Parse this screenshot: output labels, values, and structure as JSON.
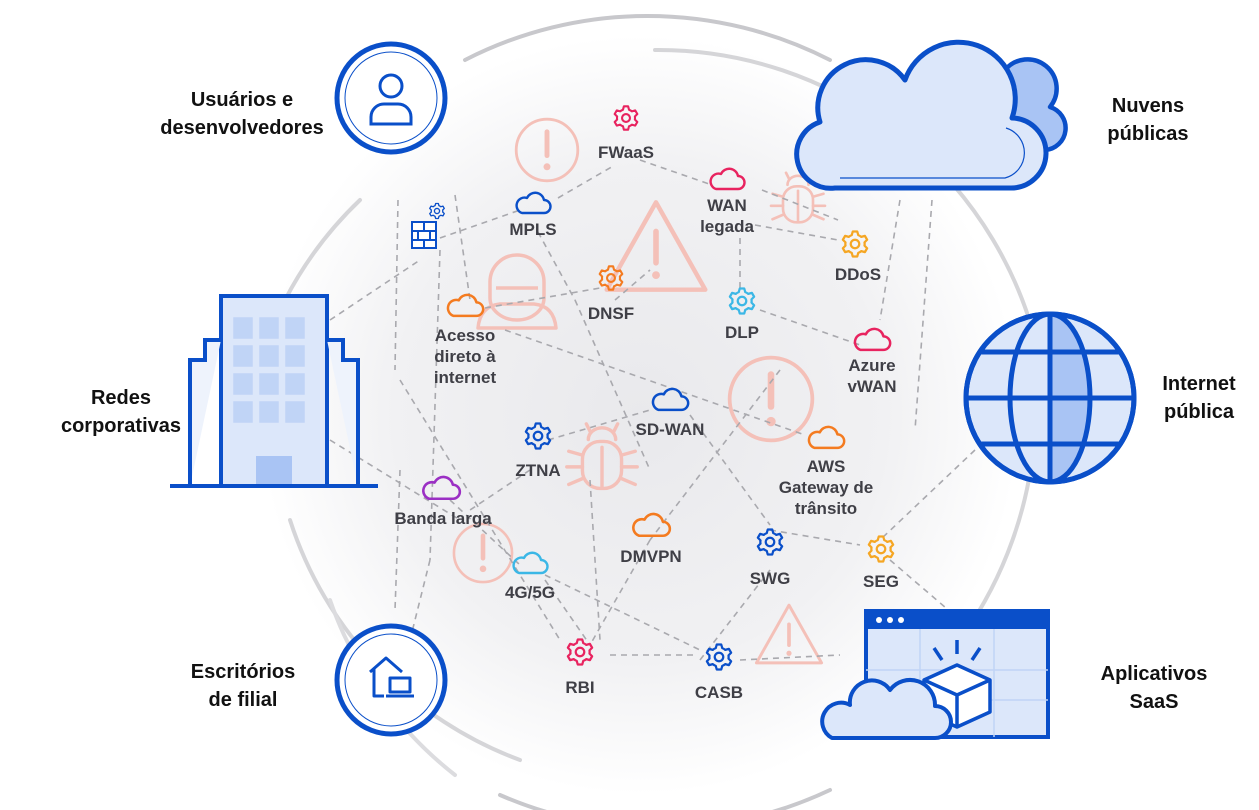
{
  "colors": {
    "blue": "#0a4fc9",
    "light_blue": "#dce7fa",
    "mid_blue": "#a9c4f4",
    "red_warning": "#f3b3ab",
    "pink": "#e8235f",
    "orange": "#f47b20",
    "yellow_orange": "#f5a623",
    "light_cyan": "#3bb7e6",
    "purple": "#9b2fc4",
    "dashed_line": "#a8a8a8"
  },
  "categories": {
    "users": "Usuários e\ndesenvolvedores",
    "public_clouds": "Nuvens\npúblicas",
    "corporate_networks": "Redes\ncorporativas",
    "public_internet": "Internet\npública",
    "branch_offices": "Escritórios\nde filial",
    "saas_apps": "Aplicativos\nSaaS"
  },
  "nodes": {
    "fwaas": "FWaaS",
    "mpls": "MPLS",
    "legacy_wan": "WAN\nlegada",
    "ddos": "DDoS",
    "dnsf": "DNSF",
    "dlp": "DLP",
    "direct_internet": "Acesso\ndireto à\ninternet",
    "azure_vwan": "Azure\nvWAN",
    "sdwan": "SD-WAN",
    "ztna": "ZTNA",
    "aws_transit": "AWS\nGateway de\ntrânsito",
    "broadband": "Banda larga",
    "dmvpn": "DMVPN",
    "swg": "SWG",
    "seg": "SEG",
    "4g5g": "4G/5G",
    "rbi": "RBI",
    "casb": "CASB"
  },
  "icons": {
    "users": "user-icon",
    "clouds": "cloud-icon",
    "building": "building-icon",
    "globe": "globe-icon",
    "branch": "house-laptop-icon",
    "saas": "browser-box-icon",
    "gear": "gear-icon",
    "firewall": "firewall-icon",
    "warning": "warning-triangle-icon",
    "alert": "alert-circle-icon",
    "bug": "bug-icon",
    "hacker": "hacker-icon"
  }
}
